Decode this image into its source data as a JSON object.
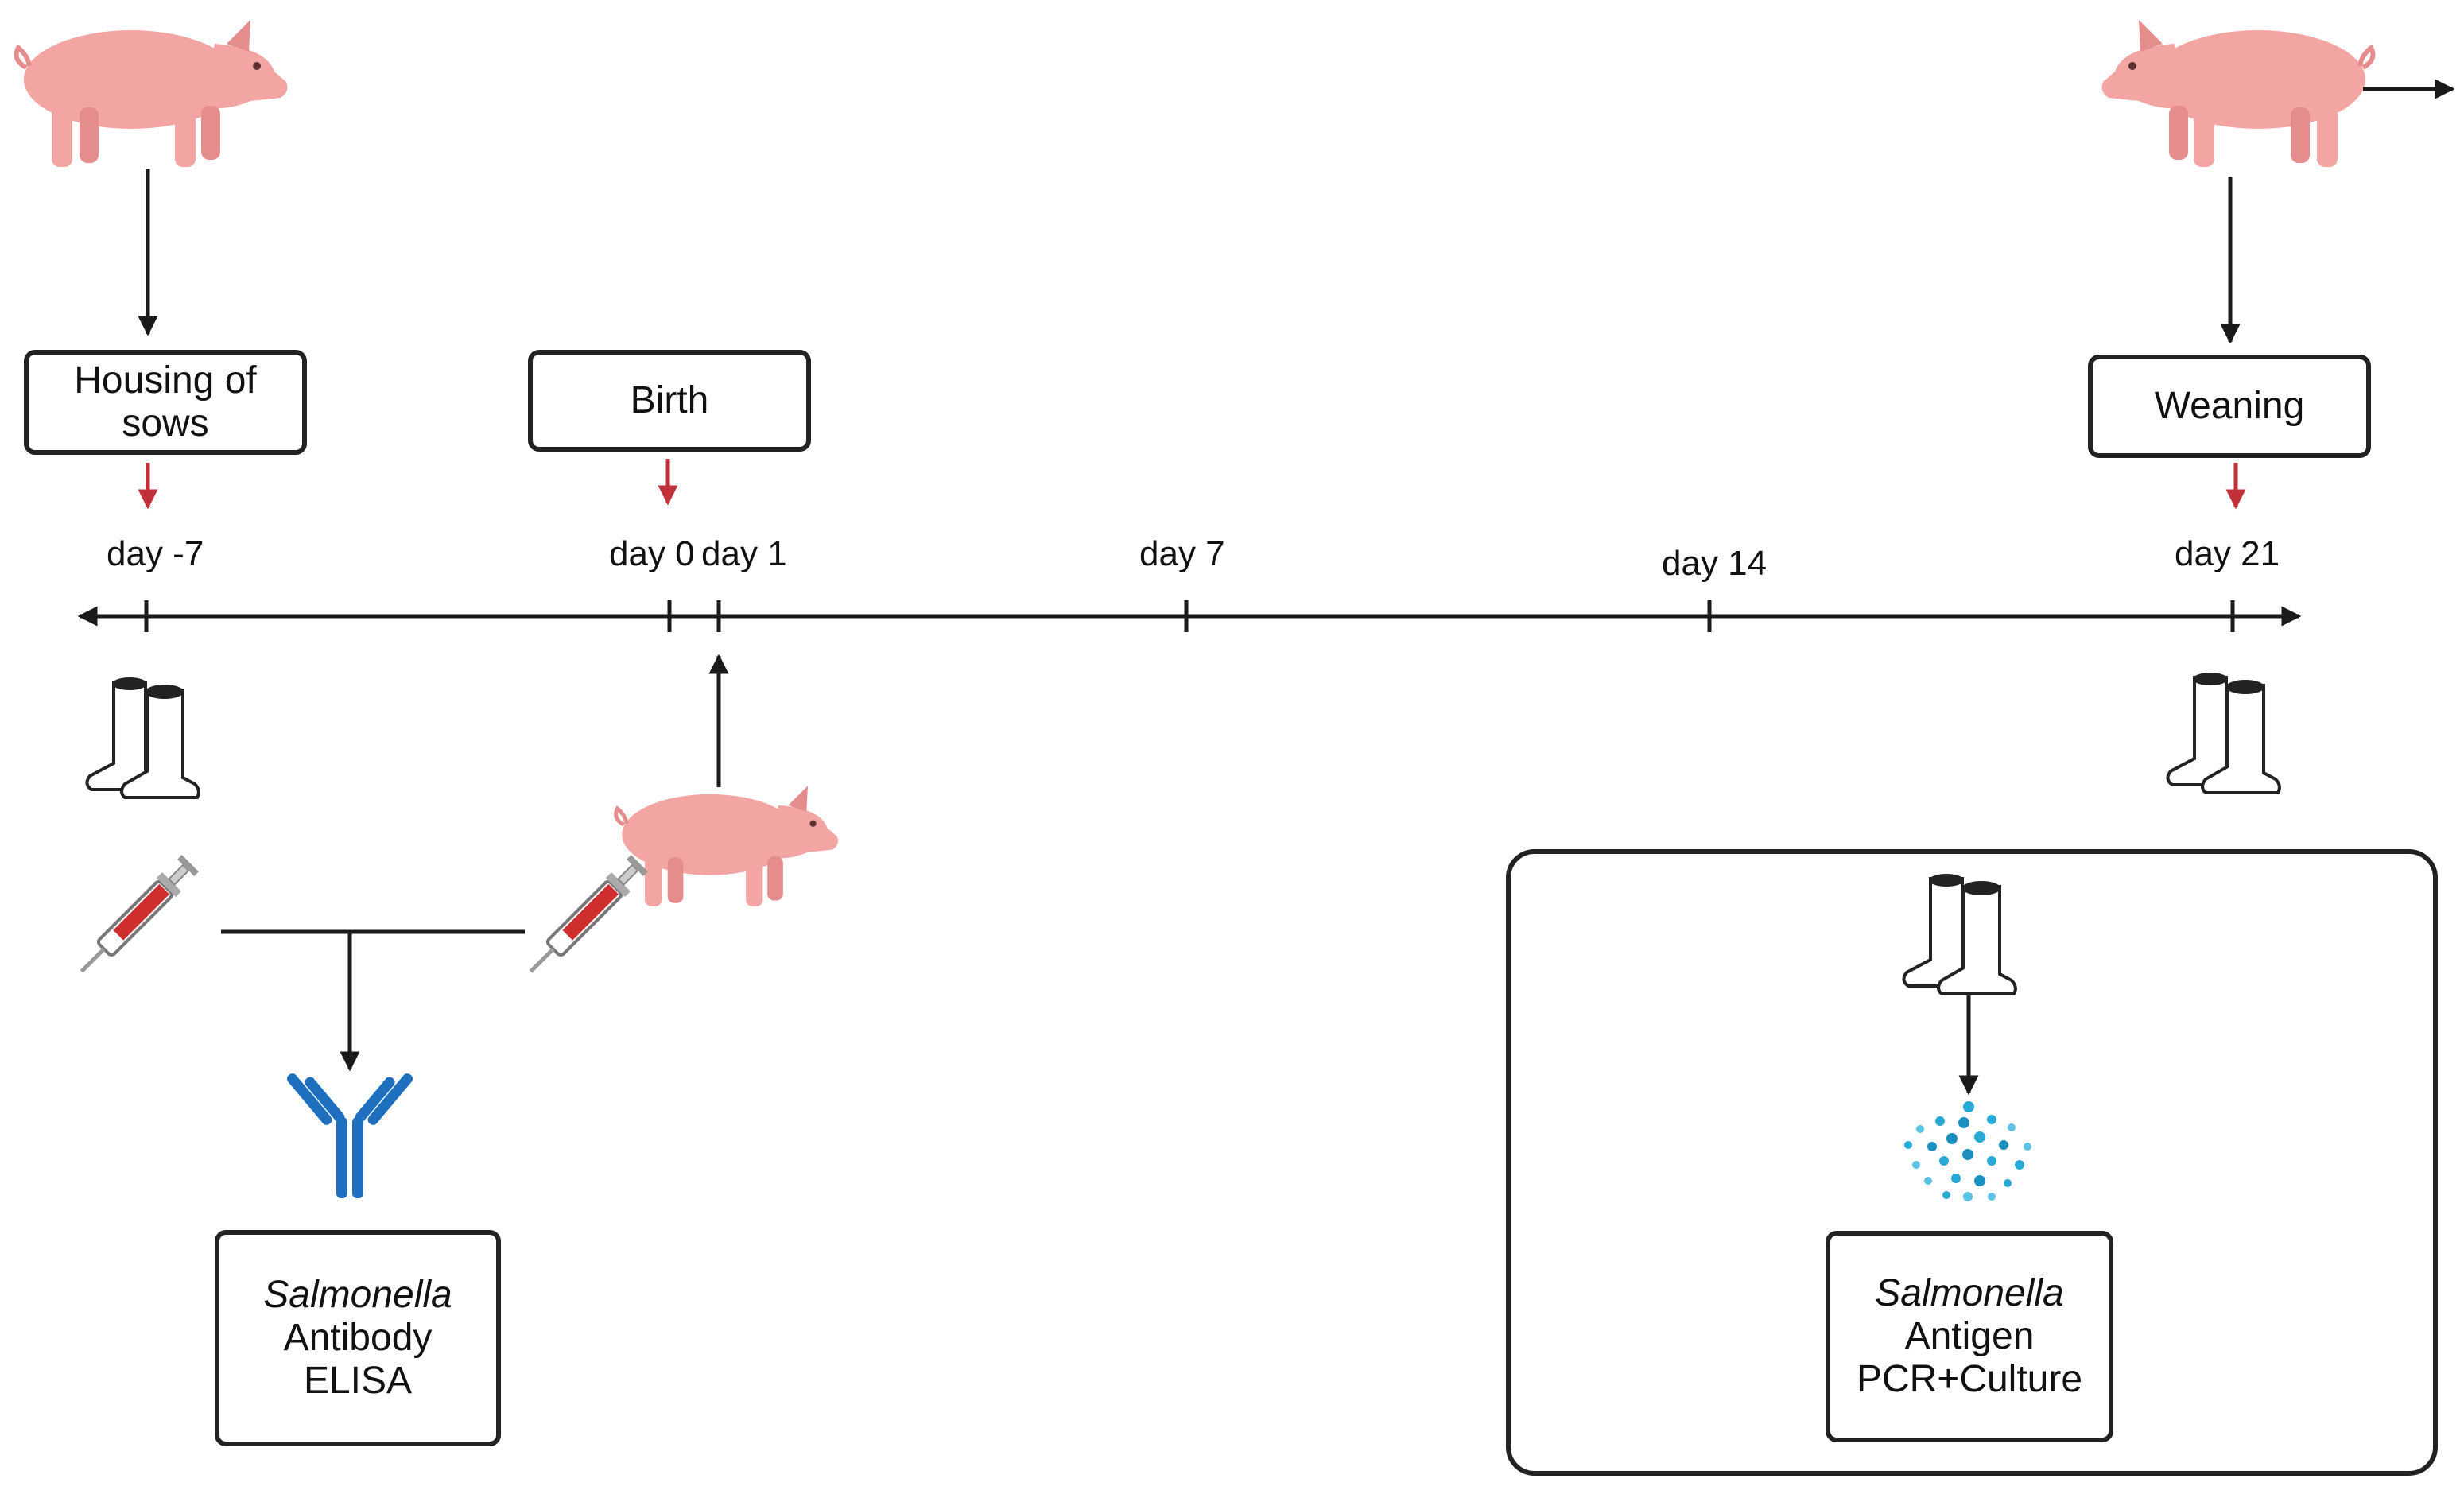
{
  "events": {
    "housing": {
      "line1": "Housing of",
      "line2": "sows"
    },
    "birth": "Birth",
    "weaning": "Weaning"
  },
  "timeline": {
    "days": [
      "day -7",
      "day 0",
      "day 1",
      "day 7",
      "day 14",
      "day 21"
    ]
  },
  "assays": {
    "antibody": {
      "organism": "Salmonella",
      "line2": "Antibody",
      "line3": "ELISA"
    },
    "antigen": {
      "organism": "Salmonella",
      "line2": "Antigen",
      "line3": "PCR+Culture"
    }
  },
  "icons": [
    "sow-icon",
    "piglet-icon",
    "boots-icon",
    "syringe-icon",
    "antibody-icon",
    "bacteria-icon"
  ],
  "colors": {
    "pig": "#f2a5a3",
    "pig_dark": "#e58c8c",
    "red_arrow": "#c0313a",
    "syringe_fluid": "#cf2e2e",
    "antibody": "#1f6fbf",
    "bacteria": "#29a9d6",
    "line": "#1a1a1a"
  }
}
